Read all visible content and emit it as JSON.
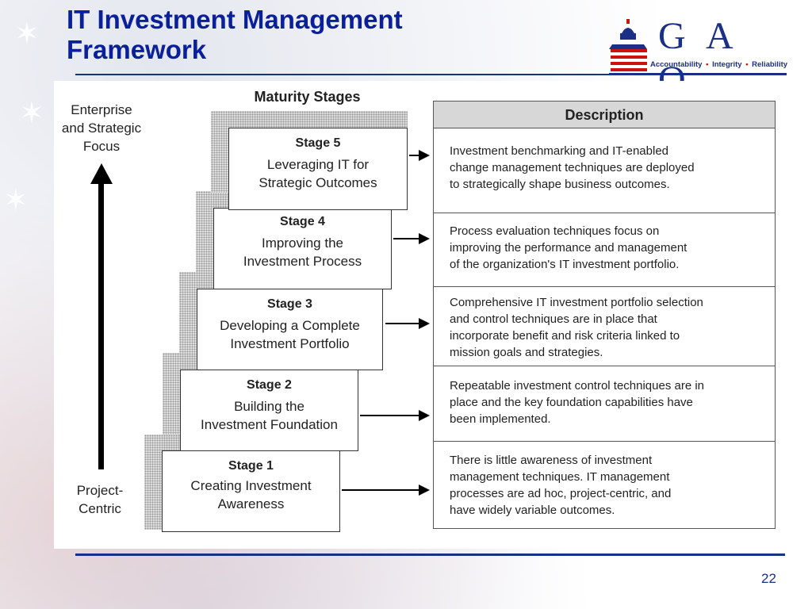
{
  "slide": {
    "title_line1": "IT Investment Management",
    "title_line2": "Framework",
    "page_number": "22"
  },
  "logo": {
    "name": "G A O",
    "tagline_parts": [
      "Accountability",
      "Integrity",
      "Reliability"
    ],
    "tagline_separator": "•"
  },
  "axis": {
    "top_label": [
      "Enterprise",
      "and Strategic",
      "Focus"
    ],
    "bottom_label": [
      "Project-",
      "Centric"
    ]
  },
  "stages_heading": "Maturity Stages",
  "description_header": "Description",
  "stages": [
    {
      "label": "Stage 5",
      "name": [
        "Leveraging IT for",
        "Strategic Outcomes"
      ],
      "description": [
        "Investment benchmarking and IT-enabled",
        "change management techniques are deployed",
        "to strategically shape business outcomes."
      ]
    },
    {
      "label": "Stage 4",
      "name": [
        "Improving the",
        "Investment Process"
      ],
      "description": [
        "Process evaluation techniques focus on",
        "improving the performance and management",
        "of the organization's IT investment portfolio."
      ]
    },
    {
      "label": "Stage 3",
      "name": [
        "Developing a Complete",
        "Investment Portfolio"
      ],
      "description": [
        "Comprehensive IT investment portfolio selection",
        "and control techniques are in place that",
        "incorporate benefit and risk criteria linked to",
        "mission goals and strategies."
      ]
    },
    {
      "label": "Stage 2",
      "name": [
        "Building the",
        "Investment Foundation"
      ],
      "description": [
        "Repeatable investment control techniques are in",
        "place and the key foundation capabilities have",
        "been implemented."
      ]
    },
    {
      "label": "Stage 1",
      "name": [
        "Creating Investment",
        "Awareness"
      ],
      "description": [
        "There is little awareness of investment",
        "management techniques.  IT management",
        "processes are ad hoc, project-centric, and",
        "have widely variable outcomes."
      ]
    }
  ],
  "colors": {
    "title": "#0a1f9a",
    "logo_blue": "#1c2f86",
    "logo_red": "#cc1111",
    "header_fill": "#d7d7d7"
  }
}
